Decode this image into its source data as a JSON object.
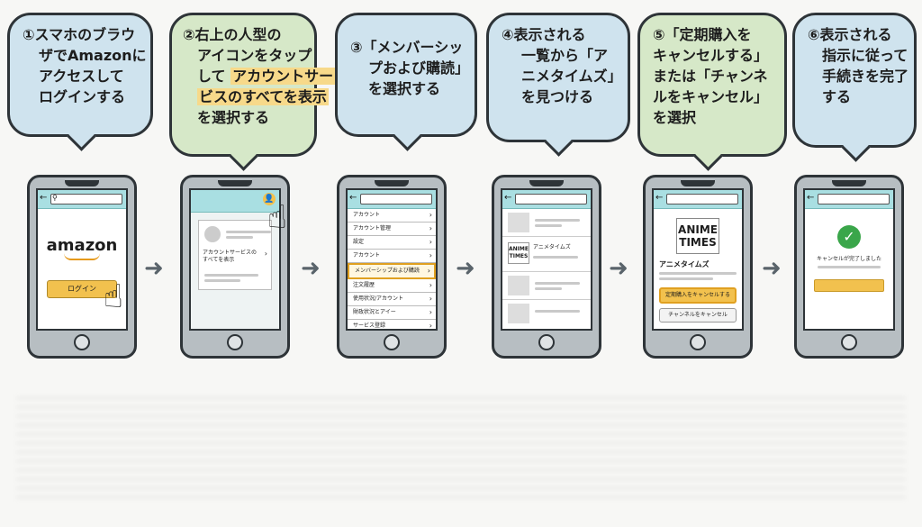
{
  "steps": [
    {
      "lines": [
        "①スマホのブラウ",
        "ザでAmazonに",
        "アクセスして",
        "ログインする"
      ]
    },
    {
      "lines": [
        "②右上の人型の",
        "アイコンをタップ",
        "して",
        "アカウントサー",
        "ビスのすべてを表示",
        "を選択する"
      ]
    },
    {
      "lines": [
        "③「メンバーシッ",
        "プおよび購読」",
        "を選択する"
      ]
    },
    {
      "lines": [
        "④表示される",
        "一覧から「ア",
        "ニメタイムズ」",
        "を見つける"
      ]
    },
    {
      "lines": [
        "⑤「定期購入を",
        "キャンセルする」",
        "または「チャンネ",
        "ルをキャンセル」",
        "を選択"
      ]
    },
    {
      "lines": [
        "⑥表示される",
        "指示に従って",
        "手続きを完了",
        "する"
      ]
    }
  ],
  "screen1": {
    "logo": "amazon",
    "login_button": "ログイン"
  },
  "screen2": {
    "menu_text": "アカウントサービスの\nすべてを表示"
  },
  "screen3": {
    "items": [
      "アカウント",
      "アカウント管理",
      "設定",
      "アカウント",
      "メンバーシップおよび購読",
      "注文履歴",
      "使用状況/アカウント",
      "財政状況とアイー",
      "サービス登録"
    ]
  },
  "screen4": {
    "logo_line1": "ANIME",
    "logo_line2": "TIMES",
    "item_label": "アニメタイムズ"
  },
  "screen5": {
    "logo_line1": "ANIME",
    "logo_line2": "TIMES",
    "title": "アニメタイムズ",
    "primary_button": "定期購入をキャンセルする",
    "secondary_button": "チャンネルをキャンセル"
  },
  "screen6": {
    "message": "キャンセルが完了しました"
  },
  "colors": {
    "blue_bubble": "#cfe3ee",
    "green_bubble": "#d6e8c8",
    "highlight": "#f7d98a",
    "button_yellow": "#f2c14e"
  }
}
